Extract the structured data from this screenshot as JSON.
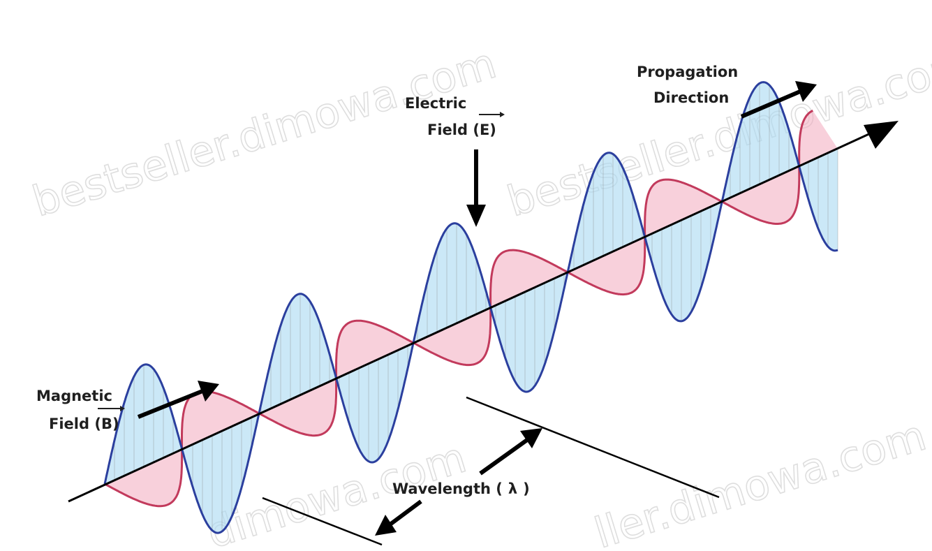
{
  "labels": {
    "electric_line1": "Electric",
    "electric_line2": "Field (",
    "electric_symbol": "E",
    "electric_close": ")",
    "magnetic_line1": "Magnetic",
    "magnetic_line2": "Field (",
    "magnetic_symbol": "B",
    "magnetic_close": ")",
    "propagation_line1": "Propagation",
    "propagation_line2": "Direction",
    "wavelength_text": "Wavelength (",
    "wavelength_symbol": "λ",
    "wavelength_close": ")"
  },
  "watermarks": [
    "bestseller.dimowa.com",
    "bestseller.dimowa.com",
    "dimowa.com",
    "ller.dimowa.com"
  ],
  "colors": {
    "electric_stroke": "#2b3f9e",
    "electric_fill": "#a9d8f2",
    "magnetic_stroke": "#c23a5c",
    "magnetic_fill": "#f2a9bd",
    "axis": "#000000",
    "hatch": "#8c8c8c",
    "label": "#1f1f1f",
    "watermark": "#c4c4c4"
  }
}
